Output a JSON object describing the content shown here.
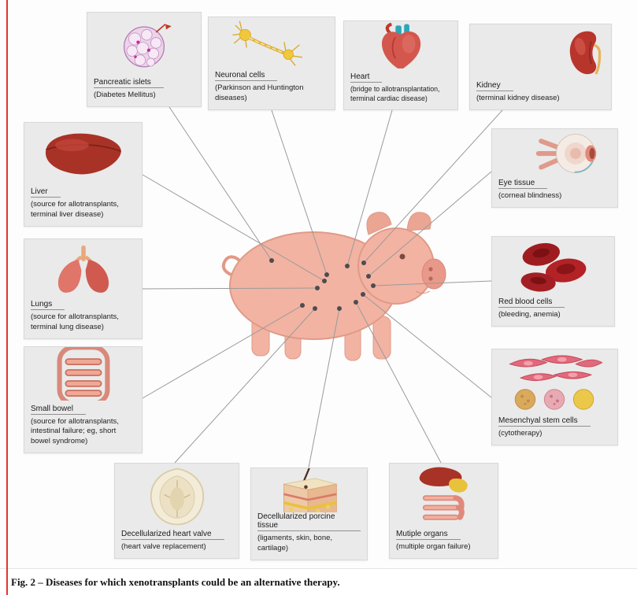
{
  "figure": {
    "caption": "Fig. 2 – Diseases for which xenotransplants could be an alternative therapy."
  },
  "colors": {
    "accent_red": "#e6352b",
    "card_bg": "#eaeaea",
    "card_border": "#d8d8d8",
    "connector": "#9a9a9a",
    "dot": "#4d4d4d",
    "pig_fill": "#f2b3a3"
  },
  "cards": [
    {
      "id": "pancreatic-islets",
      "icon": "pancreatic-islets-icon",
      "title": "Pancreatic islets",
      "desc": "(Diabetes Mellitus)"
    },
    {
      "id": "neuronal-cells",
      "icon": "neuronal-cells-icon",
      "title": "Neuronal cells",
      "desc": "(Parkinson and Huntington diseases)"
    },
    {
      "id": "heart",
      "icon": "heart-icon",
      "title": "Heart",
      "desc": "(bridge to allotransplantation, terminal cardiac disease)"
    },
    {
      "id": "kidney",
      "icon": "kidney-icon",
      "title": "Kidney",
      "desc": "(terminal kidney disease)"
    },
    {
      "id": "liver",
      "icon": "liver-icon",
      "title": "Liver",
      "desc": "(source for allotransplants, terminal liver disease)"
    },
    {
      "id": "lungs",
      "icon": "lungs-icon",
      "title": "Lungs",
      "desc": "(source for allotransplants, terminal lung disease)"
    },
    {
      "id": "small-bowel",
      "icon": "small-bowel-icon",
      "title": "Small bowel",
      "desc": "(source for allotransplants, intestinal failure; eg, short bowel syndrome)"
    },
    {
      "id": "eye-tissue",
      "icon": "eye-tissue-icon",
      "title": "Eye tissue",
      "desc": "(corneal blindness)"
    },
    {
      "id": "red-blood-cells",
      "icon": "red-blood-cells-icon",
      "title": "Red blood cells",
      "desc": "(bleeding, anemia)"
    },
    {
      "id": "mesenchymal-stem-cells",
      "icon": "mesenchymal-stem-cells-icon",
      "title": "Mesenchyal stem cells",
      "desc": "(cytotherapy)"
    },
    {
      "id": "heart-valve",
      "icon": "heart-valve-icon",
      "title": "Decellularized heart valve",
      "desc": "(heart valve replacement)"
    },
    {
      "id": "porcine-tissue",
      "icon": "porcine-tissue-icon",
      "title": "Decellularized porcine tissue",
      "desc": "(ligaments, skin, bone, cartilage)"
    },
    {
      "id": "multiple-organs",
      "icon": "multiple-organs-icon",
      "title": "Mutiple organs",
      "desc": "(multiple organ failure)"
    }
  ]
}
